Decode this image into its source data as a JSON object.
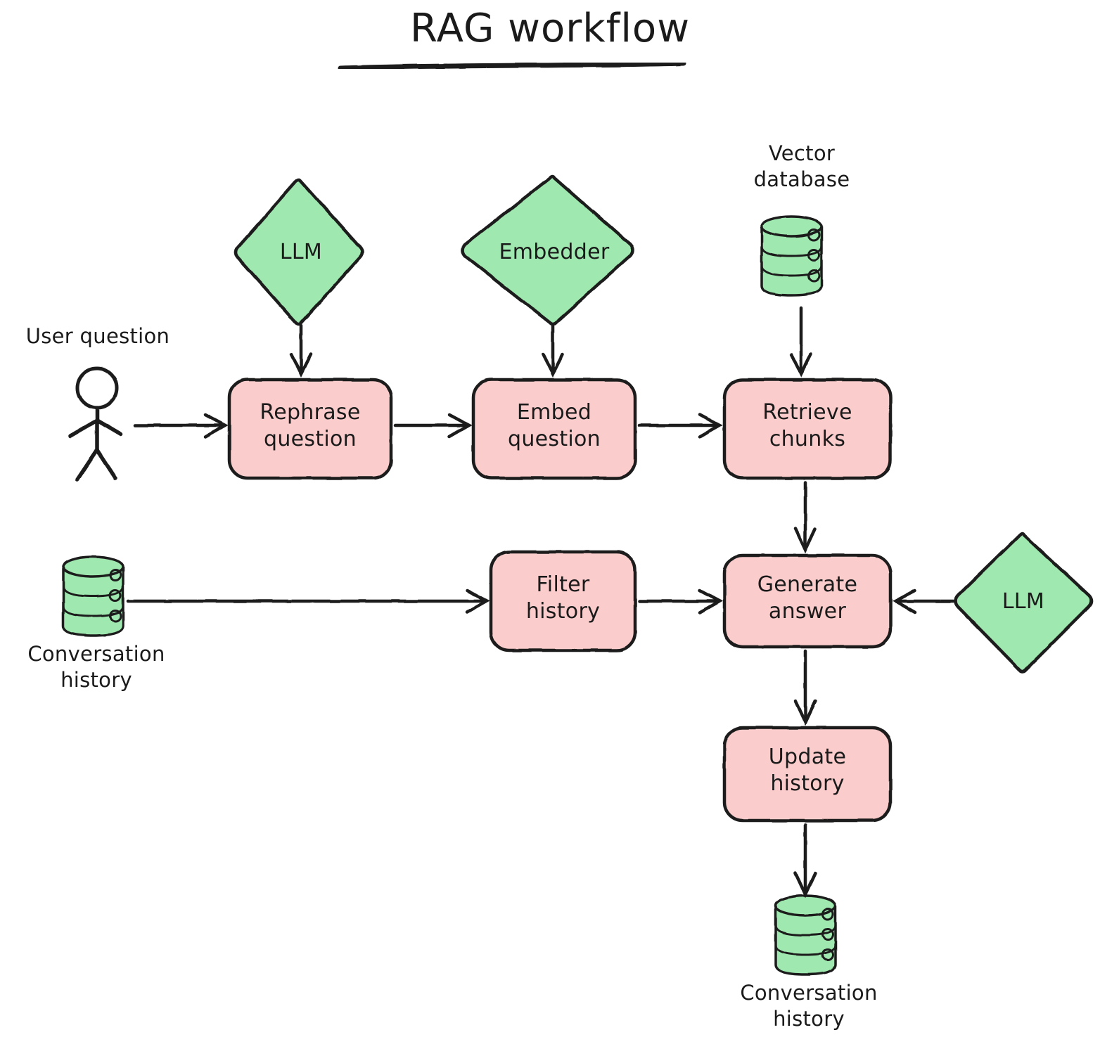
{
  "title": "RAG workflow",
  "colors": {
    "process_fill": "#fbcccc",
    "decision_fill": "#9fe8af",
    "database_fill": "#9fe8af",
    "stroke": "#1a1a1a",
    "background": "#ffffff",
    "text": "#1a1a1a"
  },
  "nodes": {
    "llm_top": {
      "label": "LLM",
      "shape": "diamond"
    },
    "embedder": {
      "label": "Embedder",
      "shape": "diamond"
    },
    "llm_right": {
      "label": "LLM",
      "shape": "diamond"
    },
    "vector_database": {
      "label": "Vector\ndatabase",
      "shape": "database"
    },
    "conversation_history_left": {
      "label": "Conversation\nhistory",
      "shape": "database"
    },
    "conversation_history_bottom": {
      "label": "Conversation\nhistory",
      "shape": "database"
    },
    "user": {
      "label": "User question",
      "shape": "actor"
    },
    "rephrase_question": {
      "label": "Rephrase\nquestion",
      "shape": "process"
    },
    "embed_question": {
      "label": "Embed\nquestion",
      "shape": "process"
    },
    "retrieve_chunks": {
      "label": "Retrieve\nchunks",
      "shape": "process"
    },
    "filter_history": {
      "label": "Filter\nhistory",
      "shape": "process"
    },
    "generate_answer": {
      "label": "Generate\nanswer",
      "shape": "process"
    },
    "update_history": {
      "label": "Update\nhistory",
      "shape": "process"
    }
  },
  "edges": [
    {
      "from": "user",
      "to": "rephrase_question"
    },
    {
      "from": "llm_top",
      "to": "rephrase_question"
    },
    {
      "from": "rephrase_question",
      "to": "embed_question"
    },
    {
      "from": "embedder",
      "to": "embed_question"
    },
    {
      "from": "embed_question",
      "to": "retrieve_chunks"
    },
    {
      "from": "vector_database",
      "to": "retrieve_chunks"
    },
    {
      "from": "retrieve_chunks",
      "to": "generate_answer"
    },
    {
      "from": "conversation_history_left",
      "to": "filter_history"
    },
    {
      "from": "filter_history",
      "to": "generate_answer"
    },
    {
      "from": "llm_right",
      "to": "generate_answer"
    },
    {
      "from": "generate_answer",
      "to": "update_history"
    },
    {
      "from": "update_history",
      "to": "conversation_history_bottom"
    }
  ]
}
